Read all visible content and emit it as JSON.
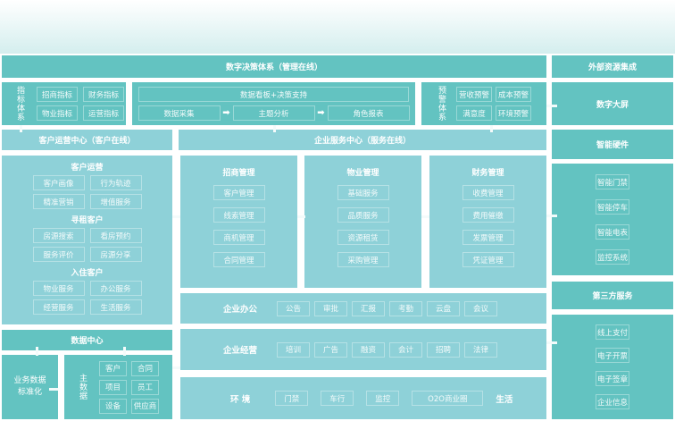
{
  "decision": {
    "title": "数字决策体系（管理在线）",
    "indicators": {
      "label": "指标体系",
      "items": [
        "招商指标",
        "财务指标",
        "物业指标",
        "运营指标"
      ]
    },
    "dashboard": {
      "title": "数据看板+决策支持",
      "steps": [
        "数据采集",
        "主题分析",
        "角色报表"
      ]
    },
    "warning": {
      "label": "预警体系",
      "items": [
        "营收预警",
        "成本预警",
        "满意度",
        "环境预警"
      ]
    }
  },
  "external": {
    "title": "外部资源集成",
    "screen": "数字大屏",
    "hardware": {
      "title": "智能硬件",
      "items": [
        "智能门禁",
        "智能停车",
        "智能电表",
        "监控系统"
      ]
    },
    "third_party": {
      "title": "第三方服务",
      "items": [
        "线上支付",
        "电子开票",
        "电子签章",
        "企业信息"
      ]
    }
  },
  "customer": {
    "title": "客户运营中心（客户在线）",
    "groups": [
      {
        "title": "客户运营",
        "items": [
          "客户画像",
          "行为轨迹",
          "精准营销",
          "增值服务"
        ]
      },
      {
        "title": "寻租客户",
        "items": [
          "房源搜索",
          "看房预约",
          "服务评价",
          "房源分享"
        ]
      },
      {
        "title": "入住客户",
        "items": [
          "物业服务",
          "办公服务",
          "经营服务",
          "生活服务"
        ]
      }
    ]
  },
  "enterprise": {
    "title": "企业服务中心（服务在线）",
    "modules": [
      {
        "title": "招商管理",
        "items": [
          "客户管理",
          "线索管理",
          "商机管理",
          "合同管理"
        ]
      },
      {
        "title": "物业管理",
        "items": [
          "基础服务",
          "品质服务",
          "资源租赁",
          "采购管理"
        ]
      },
      {
        "title": "财务管理",
        "items": [
          "收费管理",
          "费用催缴",
          "发票管理",
          "凭证管理"
        ]
      }
    ],
    "office": {
      "title": "企业办公",
      "items": [
        "公告",
        "审批",
        "汇报",
        "考勤",
        "云盘",
        "会议"
      ]
    },
    "operation": {
      "title": "企业经营",
      "items": [
        "培训",
        "广告",
        "融资",
        "会计",
        "招聘",
        "法律"
      ]
    },
    "environment": {
      "title": "环 境",
      "items": [
        "门禁",
        "车行",
        "监控",
        "O2O商业圈"
      ],
      "suffix": "生活"
    }
  },
  "data_center": {
    "title": "数据中心",
    "standard": "业务数据标准化",
    "master": {
      "label": "主数据",
      "items": [
        "客户",
        "合同",
        "项目",
        "员工",
        "设备",
        "供应商"
      ]
    }
  }
}
